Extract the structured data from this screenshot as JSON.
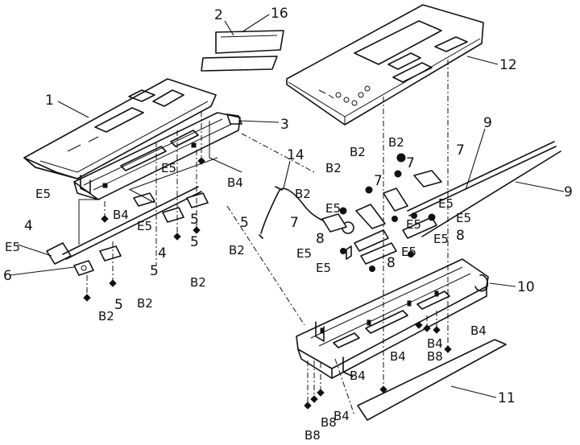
{
  "diagram": {
    "labels": {
      "p1": "1",
      "p2": "2",
      "p3": "3",
      "p4a": "4",
      "p4b": "4",
      "p5a": "5",
      "p5b": "5",
      "p5c": "5",
      "p5d": "5",
      "p5e": "5",
      "p6": "6",
      "p7a": "7",
      "p7b": "7",
      "p7c": "7",
      "p7d": "7",
      "p8a": "8",
      "p8b": "8",
      "p8c": "8",
      "p9a": "9",
      "p9b": "9",
      "p10": "10",
      "p11": "11",
      "p12": "12",
      "p14": "14",
      "p16": "16",
      "e5_1": "E5",
      "e5_2": "E5",
      "e5_3": "E5",
      "e5_4": "E5",
      "e5_5": "E5",
      "e5_6": "E5",
      "e5_7": "E5",
      "e5_8": "E5",
      "e5_9": "E5",
      "e5_10": "E5",
      "e5_11": "E5",
      "e5_12": "E5",
      "b2_1": "B2",
      "b2_2": "B2",
      "b2_3": "B2",
      "b2_4": "B2",
      "b2_5": "B2",
      "b2_6": "B2",
      "b2_7": "B2",
      "b2_8": "B2",
      "b4_1": "B4",
      "b4_2": "B4",
      "b4_3": "B4",
      "b4_4": "B4",
      "b4_5": "B4",
      "b4_6": "B4",
      "b4_7": "B4",
      "b8_1": "B8",
      "b8_2": "B8",
      "b8_3": "B8"
    }
  }
}
